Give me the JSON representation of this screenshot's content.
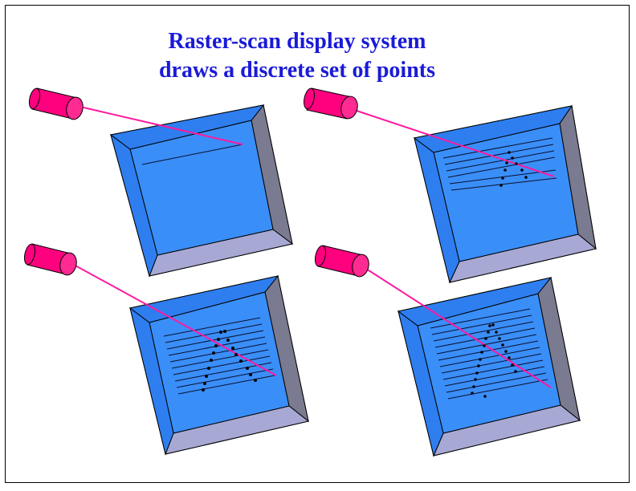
{
  "title": {
    "line1": "Raster-scan display system",
    "line2": "draws a discrete set of points"
  },
  "colors": {
    "title": "#1a1ad8",
    "screen": "#3a8ef8",
    "bezel_left": "#2e7ef0",
    "bezel_right": "#7a7a90",
    "bezel_bottom": "#a8a8d4",
    "gun": "#ff007f",
    "beam": "#ff1aa0",
    "scan_line": "#0a1030",
    "dot": "#000000"
  },
  "icons": [
    "electron-gun-icon",
    "crt-screen-icon"
  ],
  "panels": [
    {
      "name": "panel-1-first-scan-line",
      "scan_lines": 1
    },
    {
      "name": "panel-2-partial-raster",
      "scan_lines": 6
    },
    {
      "name": "panel-3-more-scan-lines",
      "scan_lines": 10
    },
    {
      "name": "panel-4-full-raster",
      "scan_lines": 12
    }
  ]
}
